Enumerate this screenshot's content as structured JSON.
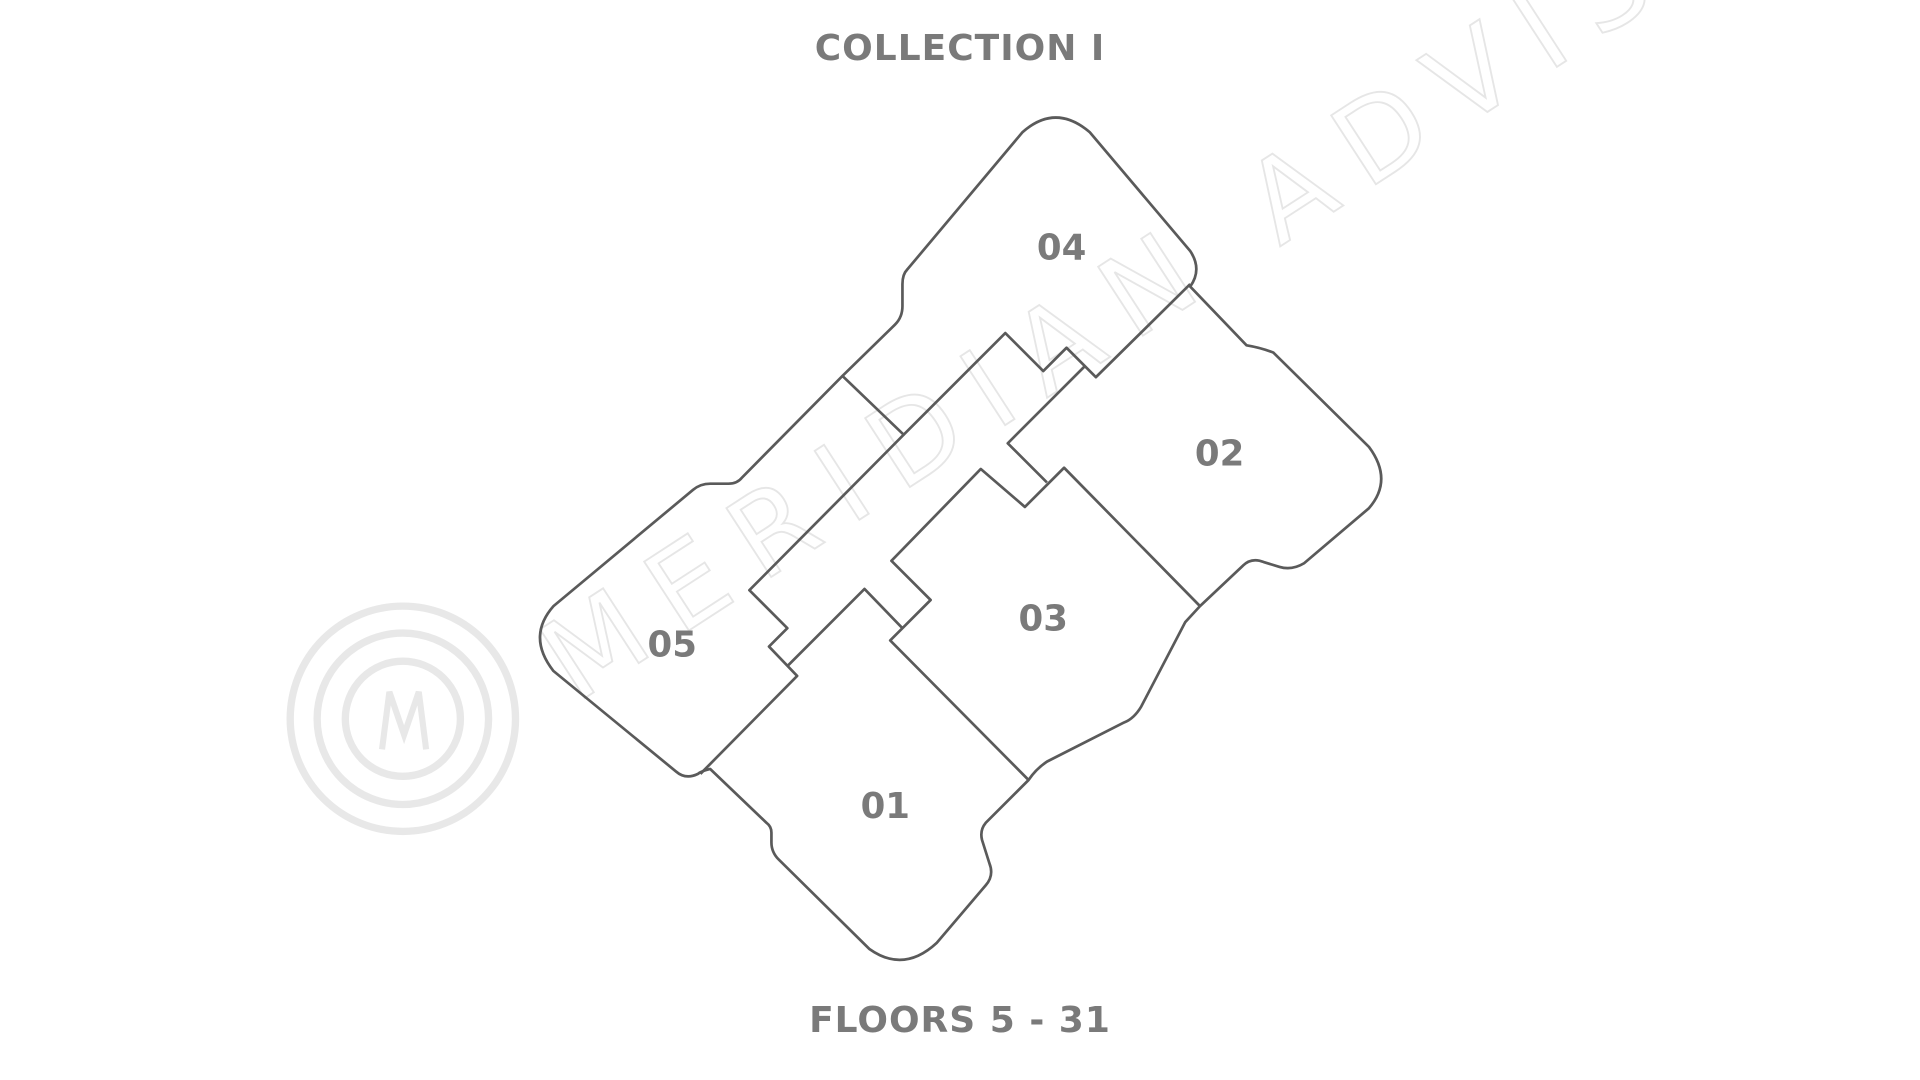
{
  "header": {
    "title": "COLLECTION I"
  },
  "footer": {
    "floors": "FLOORS 5 - 31"
  },
  "units": [
    {
      "label": "01"
    },
    {
      "label": "02"
    },
    {
      "label": "03"
    },
    {
      "label": "04"
    },
    {
      "label": "05"
    }
  ],
  "watermark": {
    "text": "MERIDIAN ADVISORS",
    "logo_letter": "M"
  },
  "colors": {
    "outline": "#5a5a5a",
    "label": "#7a7a7a",
    "watermark": "#e8e8e8"
  }
}
